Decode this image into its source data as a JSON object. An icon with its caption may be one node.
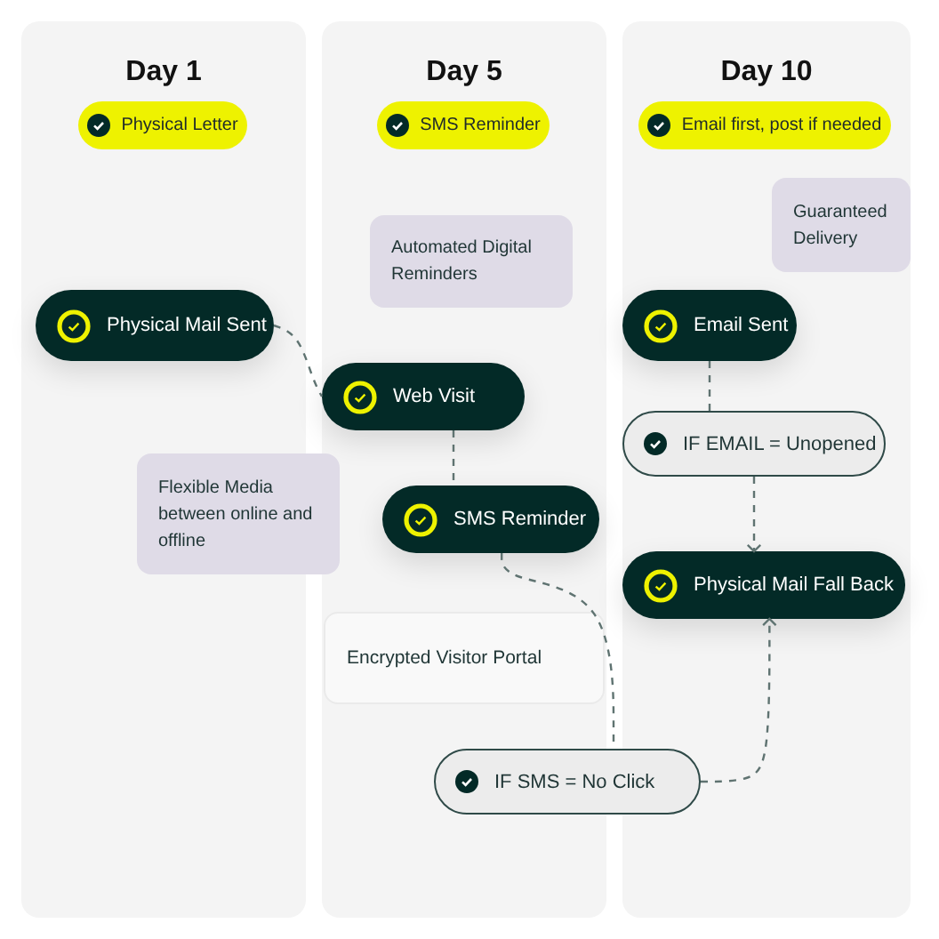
{
  "diagram": {
    "nodes": [
      {
        "text": [
          "Day 1"
        ]
      },
      {
        "text": [
          "Physical Letter"
        ],
        "in": 0
      },
      {
        "text": [
          "Day 5"
        ]
      },
      {
        "text": [
          "SMS Reminder"
        ],
        "in": 2
      },
      {
        "text": [
          "Day 10"
        ]
      },
      {
        "text": [
          "Email first, post if needed"
        ],
        "in": 4
      },
      {
        "text": [
          "Automated Digital Reminders"
        ],
        "in": 2
      },
      {
        "text": [
          "Guaranteed Delivery"
        ],
        "in": 4
      },
      {
        "text": [
          "Physical Mail Sent"
        ],
        "in": 0
      },
      {
        "text": [
          "Email Sent"
        ],
        "in": 4
      },
      {
        "text": [
          "Web Visit"
        ],
        "in": 2
      },
      {
        "text": [
          "IF EMAIL = Unopened"
        ],
        "in": 4
      },
      {
        "text": [
          "Flexible Media between online and offline"
        ]
      },
      {
        "text": [
          "SMS Reminder"
        ],
        "in": 2
      },
      {
        "text": [
          "Physical Mail Fall Back"
        ],
        "in": 4
      },
      {
        "text": [
          "Encrypted Visitor Portal"
        ],
        "in": 2
      },
      {
        "text": [
          "IF SMS = No Click"
        ]
      }
    ],
    "edges": [
      {
        "from": 8,
        "to": 10,
        "arrow": "none",
        "style": "dashed"
      },
      {
        "from": 10,
        "to": 13,
        "arrow": "none",
        "style": "dashed"
      },
      {
        "from": 13,
        "to": 16,
        "arrow": "none",
        "style": "dashed"
      },
      {
        "from": 16,
        "to": 14,
        "arrow": "to",
        "style": "dashed"
      },
      {
        "from": 9,
        "to": 11,
        "arrow": "none",
        "style": "dashed"
      },
      {
        "from": 11,
        "to": 14,
        "arrow": "to",
        "style": "dashed"
      }
    ]
  }
}
